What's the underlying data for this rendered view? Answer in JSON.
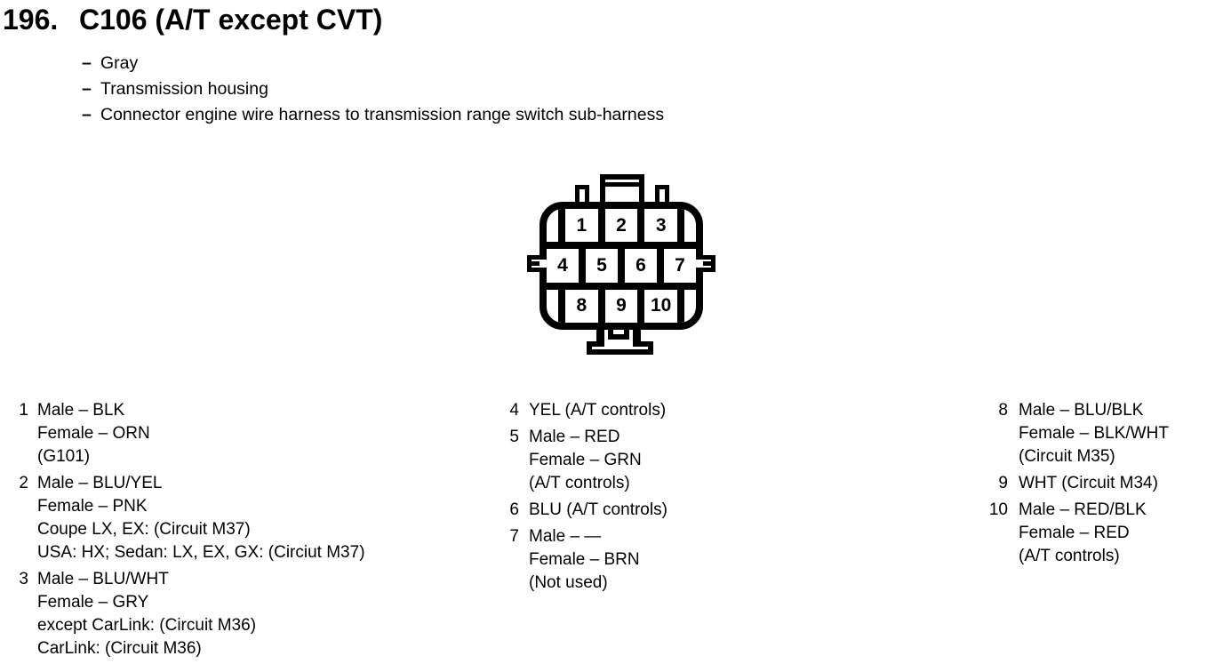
{
  "page": {
    "section_number": "196.",
    "title": "C106 (A/T except CVT)",
    "bullet_dash": "–",
    "bullets": [
      "Gray",
      "Transmission housing",
      "Connector engine wire harness to transmission range switch sub-harness"
    ]
  },
  "connector": {
    "name": "C106",
    "cavity_rows": [
      [
        "1",
        "2",
        "3"
      ],
      [
        "4",
        "5",
        "6",
        "7"
      ],
      [
        "8",
        "9",
        "10"
      ]
    ]
  },
  "pin_list": {
    "columns": [
      {
        "items": [
          {
            "pin": "1",
            "lines": [
              "Male – BLK",
              "Female – ORN",
              "(G101)"
            ]
          },
          {
            "pin": "2",
            "lines": [
              "Male – BLU/YEL",
              "Female – PNK",
              "Coupe LX, EX: (Circuit M37)",
              "USA: HX; Sedan: LX, EX, GX: (Circiut M37)"
            ]
          },
          {
            "pin": "3",
            "lines": [
              "Male – BLU/WHT",
              "Female – GRY",
              "except CarLink: (Circuit M36)",
              "CarLink: (Circuit M36)"
            ]
          }
        ]
      },
      {
        "items": [
          {
            "pin": "4",
            "lines": [
              "YEL (A/T controls)"
            ]
          },
          {
            "pin": "5",
            "lines": [
              "Male – RED",
              "Female – GRN",
              "(A/T controls)"
            ]
          },
          {
            "pin": "6",
            "lines": [
              "BLU (A/T controls)"
            ]
          },
          {
            "pin": "7",
            "lines": [
              "Male – —",
              "Female – BRN",
              "(Not used)"
            ]
          }
        ]
      },
      {
        "items": [
          {
            "pin": "8",
            "lines": [
              "Male – BLU/BLK",
              "Female – BLK/WHT",
              "(Circuit M35)"
            ]
          },
          {
            "pin": "9",
            "lines": [
              "WHT (Circuit M34)"
            ]
          },
          {
            "pin": "10",
            "lines": [
              "Male – RED/BLK",
              "Female – RED",
              "(A/T controls)"
            ]
          }
        ]
      }
    ]
  },
  "colors": {
    "ink": "#000000",
    "paper": "#ffffff"
  }
}
